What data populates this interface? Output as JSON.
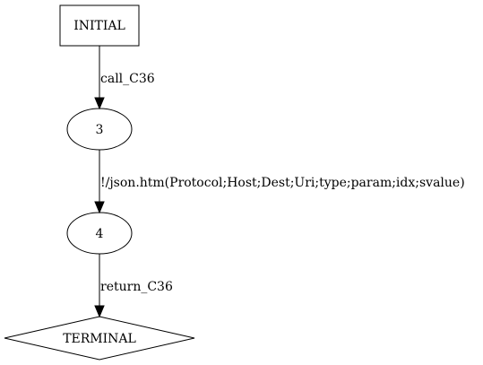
{
  "diagram": {
    "nodes": {
      "initial": "INITIAL",
      "state3": "3",
      "state4": "4",
      "terminal": "TERMINAL"
    },
    "edges": {
      "initial_to_3": "call_C36",
      "s3_to_4": "!/json.htm(Protocol;Host;Dest;Uri;type;param;idx;svalue)",
      "s4_to_terminal": "return_C36"
    },
    "colors": {
      "stroke": "#000000",
      "background": "#ffffff"
    }
  }
}
